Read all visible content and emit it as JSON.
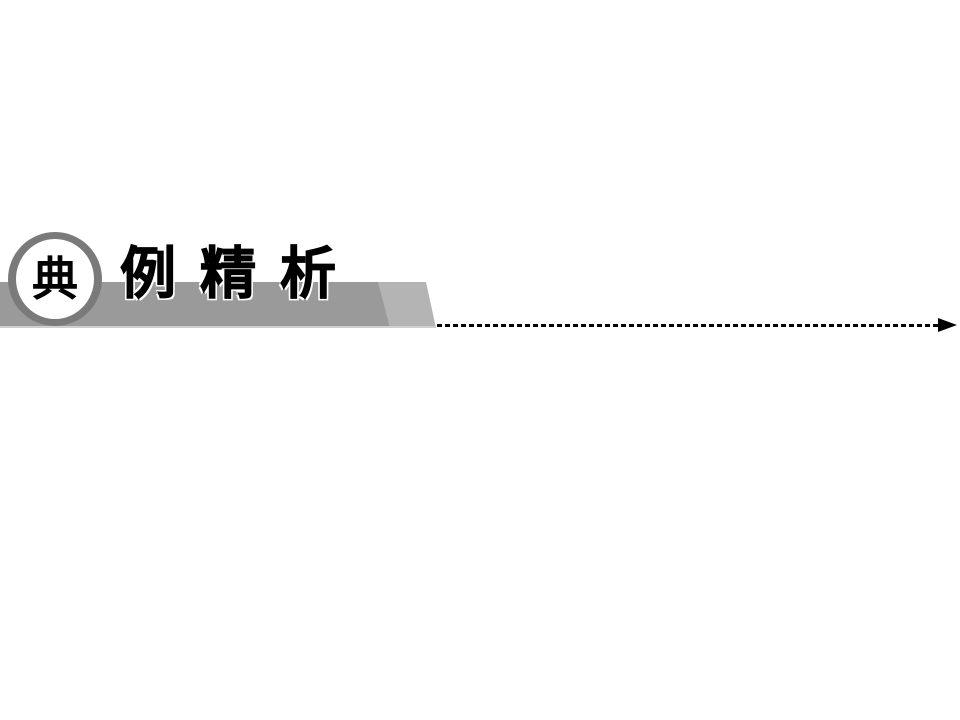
{
  "section_header": {
    "badge_char": "典",
    "title_chars": [
      "例",
      "精",
      "析"
    ],
    "full_title": "典例精析",
    "colors": {
      "bar_dark": "#9a9a9a",
      "bar_light": "#b4b4b4",
      "badge_ring": "#7a7a7a",
      "text": "#000000",
      "arrow": "#000000"
    },
    "decorations": {
      "dashed_arrow": "arrow-right-icon"
    }
  }
}
